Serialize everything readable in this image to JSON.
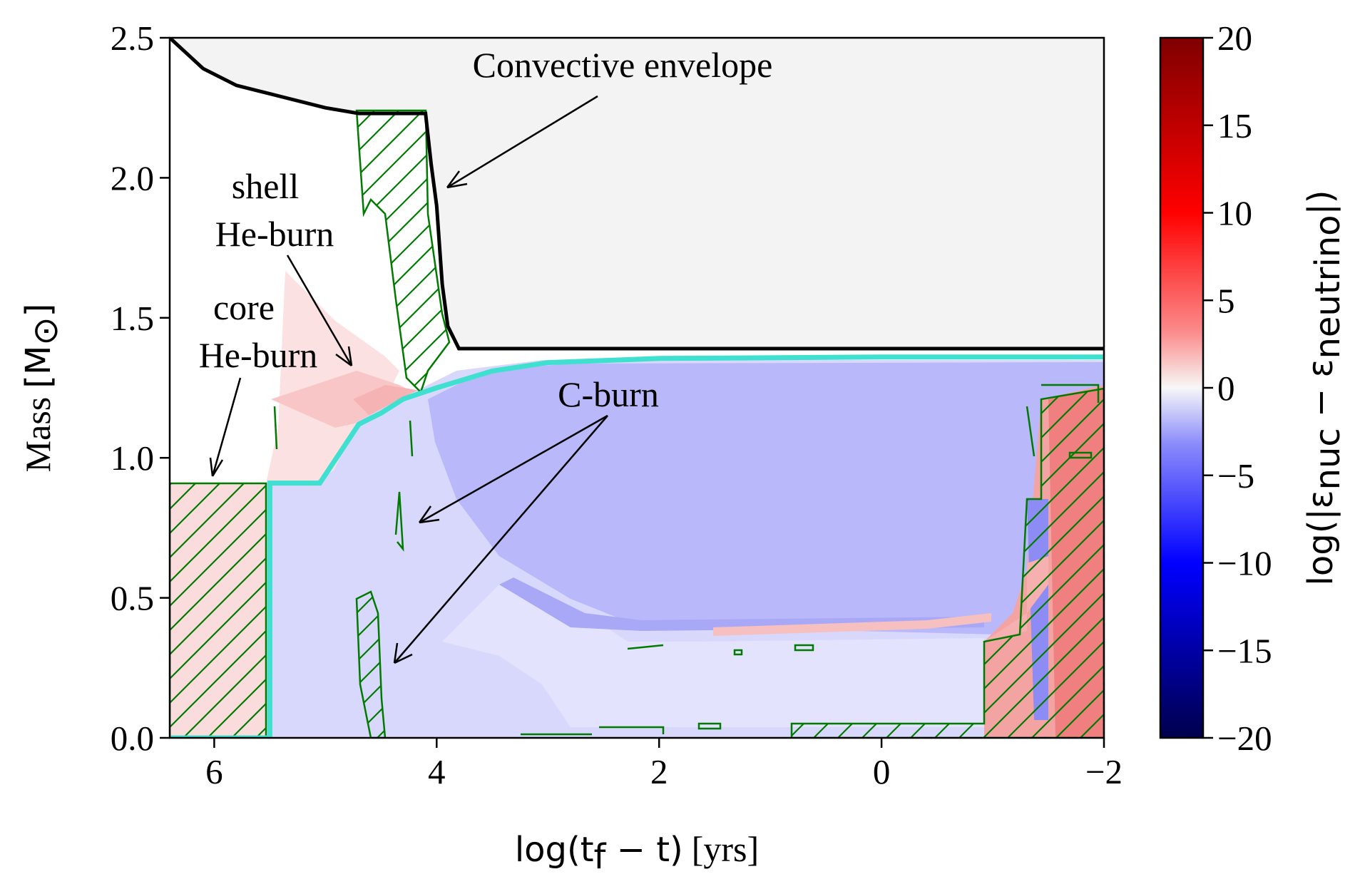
{
  "chart_data": {
    "type": "heatmap",
    "title": "",
    "xlabel_main": "log(t",
    "xlabel_sub": "f",
    "xlabel_rest": " − t)",
    "xlabel_units": "[yrs]",
    "ylabel_main": "Mass",
    "ylabel_units": "[M",
    "ylabel_sun": "⊙",
    "ylabel_close": "]",
    "xlim": [
      6.4,
      -2
    ],
    "ylim": [
      0,
      2.5
    ],
    "x_ticks": [
      6,
      4,
      2,
      0,
      -2
    ],
    "x_tick_labels": [
      "6",
      "4",
      "2",
      "0",
      "−2"
    ],
    "y_ticks": [
      0,
      0.5,
      1.0,
      1.5,
      2.0,
      2.5
    ],
    "y_tick_labels": [
      "0.0",
      "0.5",
      "1.0",
      "1.5",
      "2.0",
      "2.5"
    ],
    "colorbar": {
      "label": "log(|ε_nuc − ε_neutrino|)",
      "label_prefix": "log(|ε",
      "label_sub1": "nuc",
      "label_mid": " − ε",
      "label_sub2": "neutrino",
      "label_suffix": "|)",
      "range": [
        -20,
        20
      ],
      "ticks": [
        20,
        15,
        10,
        5,
        0,
        -5,
        -10,
        -15,
        -20
      ],
      "tick_labels": [
        "20",
        "15",
        "10",
        "5",
        "0",
        "−5",
        "−10",
        "−15",
        "−20"
      ],
      "colormap": "seismic"
    },
    "series": [
      {
        "name": "",
        "kind": "convective envelope boundary",
        "color": "#000000",
        "points": [
          [
            6.4,
            2.5
          ],
          [
            6.1,
            2.39
          ],
          [
            5.8,
            2.33
          ],
          [
            5.4,
            2.29
          ],
          [
            5.0,
            2.25
          ],
          [
            4.7,
            2.23
          ],
          [
            4.1,
            2.23
          ],
          [
            4.05,
            2.05
          ],
          [
            4.0,
            1.9
          ],
          [
            3.95,
            1.62
          ],
          [
            3.9,
            1.47
          ],
          [
            3.8,
            1.39
          ],
          [
            -2.0,
            1.39
          ]
        ]
      },
      {
        "name": "",
        "kind": "core boundary",
        "color": "#40e0d0",
        "points": [
          [
            6.4,
            0.0
          ],
          [
            5.5,
            0.0
          ],
          [
            5.5,
            0.91
          ],
          [
            5.05,
            0.91
          ],
          [
            4.9,
            1.0
          ],
          [
            4.7,
            1.12
          ],
          [
            4.5,
            1.16
          ],
          [
            4.3,
            1.21
          ],
          [
            4.0,
            1.25
          ],
          [
            3.5,
            1.31
          ],
          [
            3.0,
            1.34
          ],
          [
            2.0,
            1.355
          ],
          [
            0.0,
            1.36
          ],
          [
            -2.0,
            1.36
          ]
        ]
      }
    ],
    "annotations": [
      {
        "text": "Convective envelope"
      },
      {
        "text": "shell"
      },
      {
        "text": "He-burn"
      },
      {
        "text": "core"
      },
      {
        "text": "He-burn"
      },
      {
        "text": "C-burn"
      }
    ],
    "colors": {
      "envelope_fill": "#f3f3f3",
      "hatch_green": "#007a00",
      "pink": "#f7b5b5",
      "red_strong": "#f08080",
      "blue_light": "#c9c9fb",
      "blue_mid": "#b3b3fa",
      "blue_strong": "#8c8cf4"
    }
  }
}
